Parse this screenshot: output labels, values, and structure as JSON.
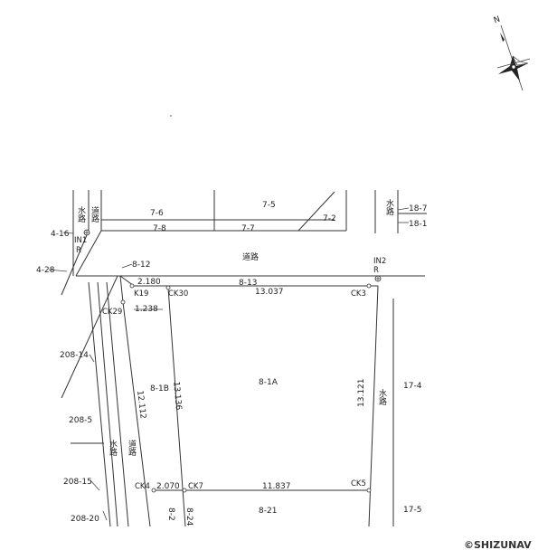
{
  "compass": {
    "north_label": "N"
  },
  "parcels": {
    "p7_6": "7-6",
    "p7_5": "7-5",
    "p7_8": "7-8",
    "p7_7": "7-7",
    "p7_2": "7-2",
    "p18_7": "18-7",
    "p18_1": "18-1",
    "p4_16": "4-16",
    "p4_28": "4-28",
    "p8_12": "8-12",
    "p8_13": "8-13",
    "p8_1A": "8-1A",
    "p8_1B": "8-1B",
    "p17_4": "17-4",
    "p17_5": "17-5",
    "p208_14": "208-14",
    "p208_5": "208-5",
    "p208_15": "208-15",
    "p208_20": "208-20",
    "p8_2": "8-2",
    "p8_24": "8-24",
    "p8_21": "8-21"
  },
  "roads": {
    "road_top_left": "道路",
    "road_main": "道路",
    "road_left": "道路",
    "water_top_left": "水路",
    "water_top_right": "水路",
    "water_right": "水路",
    "water_left": "水路"
  },
  "points": {
    "in1": "IN1",
    "in1_r": "R",
    "in2": "IN2",
    "in2_r": "R",
    "k19": "K19",
    "ck30": "CK30",
    "ck3": "CK3",
    "ck29": "CK29",
    "ck4": "CK4",
    "ck7": "CK7",
    "ck5": "CK5"
  },
  "distances": {
    "d2_180": "2.180",
    "d13_037": "13.037",
    "d1_238": "1.238",
    "d12_112": "12.112",
    "d13_136": "13.136",
    "d13_121": "13.121",
    "d2_070": "2.070",
    "d11_837": "11.837"
  },
  "copyright": "©SHIZUNAV"
}
